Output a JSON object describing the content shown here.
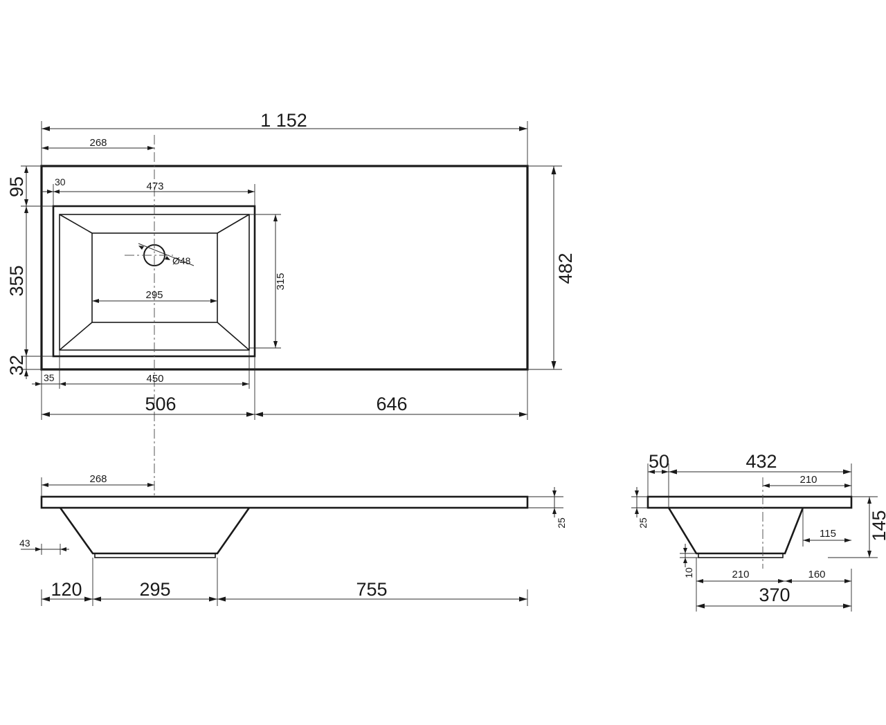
{
  "top_view": {
    "overall_length": "1 152",
    "drain_offset_top": "268",
    "bowl_offset_from_back": "95",
    "bowl_wall_left": "30",
    "bowl_outer_width": "473",
    "bowl_depth": "355",
    "bowl_front_gap": "32",
    "bowl_inner_length": "315",
    "drain_diameter": "Ø48",
    "bowl_bottom_width": "295",
    "overall_width": "482",
    "front_left_offset": "35",
    "bowl_inner_width": "450",
    "left_section": "506",
    "right_section": "646"
  },
  "front_view": {
    "drain_offset": "268",
    "slab_thickness": "25",
    "wall_slope": "43",
    "left_margin": "120",
    "bottom_width": "295",
    "right_section": "755"
  },
  "side_view": {
    "top_margin": "50",
    "total_depth": "432",
    "drain_offset": "210",
    "slab_thickness": "25",
    "overall_height": "145",
    "bottom_to_front": "115",
    "bottom_thickness": "10",
    "bottom_width": "210",
    "front_offset": "160",
    "bowl_width": "370"
  }
}
